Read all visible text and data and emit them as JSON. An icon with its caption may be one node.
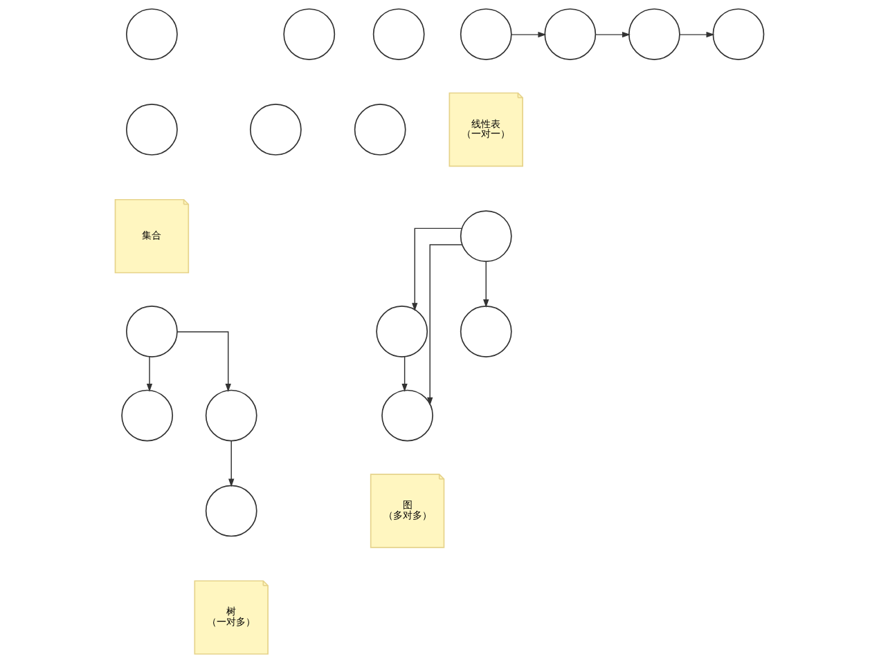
{
  "diagram": {
    "nodes": [
      {
        "text": [],
        "shape": "circle"
      },
      {
        "text": [],
        "shape": "circle"
      },
      {
        "text": [],
        "shape": "circle"
      },
      {
        "text": [],
        "shape": "circle"
      },
      {
        "text": [],
        "shape": "circle"
      },
      {
        "text": [],
        "shape": "circle"
      },
      {
        "text": [],
        "shape": "circle"
      },
      {
        "text": [],
        "shape": "circle"
      },
      {
        "text": [],
        "shape": "circle"
      },
      {
        "text": [],
        "shape": "circle"
      },
      {
        "text": [
          "集合"
        ]
      },
      {
        "text": [
          "线性表",
          "（一对一）"
        ]
      },
      {
        "text": [],
        "shape": "circle"
      },
      {
        "text": [],
        "shape": "circle"
      },
      {
        "text": [],
        "shape": "circle"
      },
      {
        "text": [],
        "shape": "circle"
      },
      {
        "text": [],
        "shape": "circle"
      },
      {
        "text": [],
        "shape": "circle"
      },
      {
        "text": [],
        "shape": "circle"
      },
      {
        "text": [],
        "shape": "circle"
      },
      {
        "text": [
          "树",
          "（一对多）"
        ]
      },
      {
        "text": [
          "图",
          "（多对多）"
        ]
      }
    ],
    "edges": [
      {
        "from": 6,
        "to": 7,
        "arrow": "to"
      },
      {
        "from": 7,
        "to": 8,
        "arrow": "to"
      },
      {
        "from": 8,
        "to": 9,
        "arrow": "to"
      },
      {
        "from": 12,
        "to": 13,
        "arrow": "to"
      },
      {
        "from": 12,
        "to": 14,
        "arrow": "to"
      },
      {
        "from": 14,
        "to": 15,
        "arrow": "to"
      },
      {
        "from": 16,
        "to": 17,
        "arrow": "to"
      },
      {
        "from": 16,
        "to": 18,
        "arrow": "to"
      },
      {
        "from": 16,
        "to": 19,
        "arrow": "to"
      },
      {
        "from": 17,
        "to": 19,
        "arrow": "to"
      }
    ]
  }
}
